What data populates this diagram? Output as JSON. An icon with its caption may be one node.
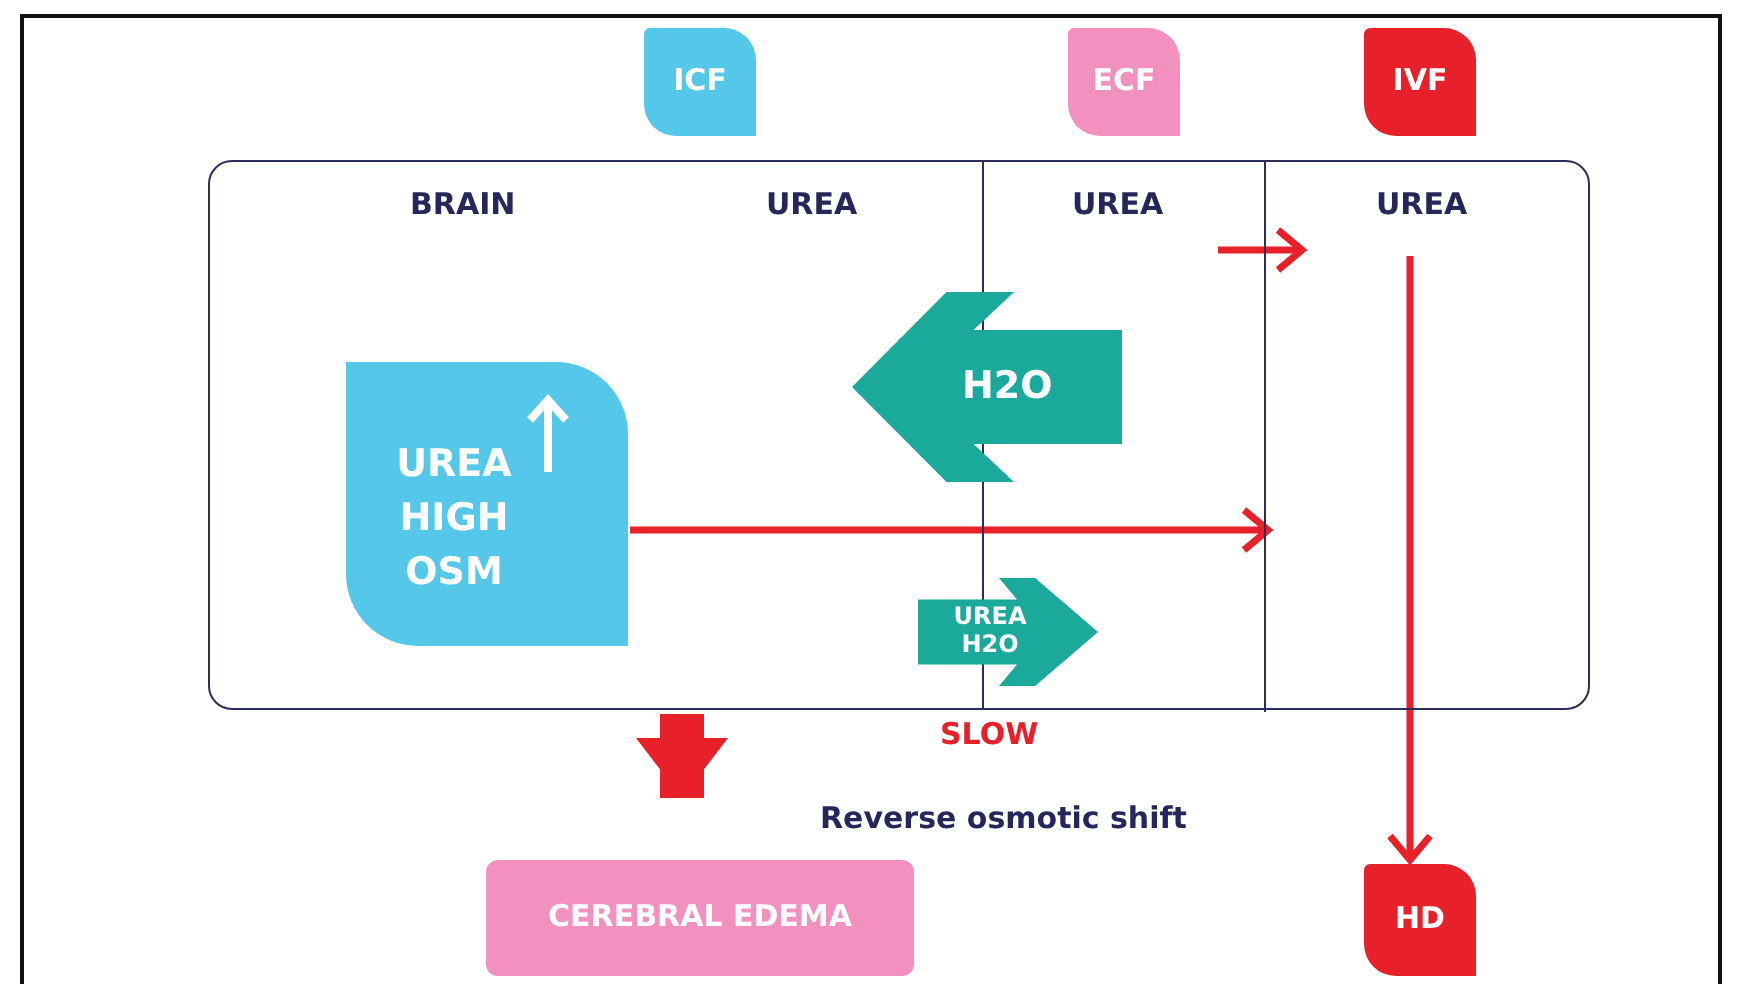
{
  "diagram": {
    "nodes": [
      {
        "text": [
          "ICF"
        ]
      },
      {
        "text": [
          "ECF"
        ]
      },
      {
        "text": [
          "IVF"
        ]
      },
      {
        "text": [],
        "shape": "box"
      },
      {
        "text": [
          "BRAIN",
          "UREA"
        ],
        "in": 3
      },
      {
        "text": [
          "UREA"
        ],
        "in": 3
      },
      {
        "text": [
          "UREA"
        ],
        "in": 3
      },
      {
        "text": [
          "UREA HIGH OSM"
        ],
        "in": 4
      },
      {
        "text": [
          "H2O"
        ],
        "in": 3
      },
      {
        "text": [
          "UREA H2O"
        ],
        "in": 3
      },
      {
        "text": [
          "CEREBRAL EDEMA"
        ]
      },
      {
        "text": [
          "HD"
        ]
      }
    ],
    "edges": [
      {
        "from": 5,
        "to": 6,
        "arrow": "to"
      },
      {
        "from": 7,
        "to": 6,
        "arrow": "to"
      },
      {
        "from": 6,
        "to": 11,
        "arrow": "to"
      },
      {
        "from": 3,
        "to": 10,
        "arrow": "to",
        "style": "thick"
      }
    ],
    "labels": [
      "SLOW",
      "Reverse osmotic shift"
    ]
  }
}
